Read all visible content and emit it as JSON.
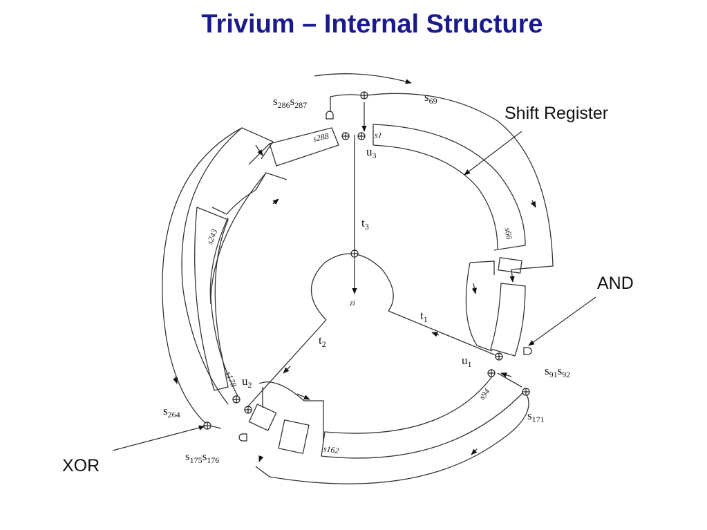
{
  "title": "Trivium – Internal Structure",
  "callouts": {
    "shift_register": "Shift Register",
    "and": "AND",
    "xor": "XOR"
  },
  "labels": {
    "s286s287": {
      "a": "s",
      "a_sub": "286",
      "b": "s",
      "b_sub": "287"
    },
    "s69": {
      "a": "s",
      "a_sub": "69"
    },
    "u3": {
      "a": "u",
      "a_sub": "3"
    },
    "t3": {
      "a": "t",
      "a_sub": "3"
    },
    "t1": {
      "a": "t",
      "a_sub": "1"
    },
    "t2": {
      "a": "t",
      "a_sub": "2"
    },
    "u1": {
      "a": "u",
      "a_sub": "1"
    },
    "u2": {
      "a": "u",
      "a_sub": "2"
    },
    "s91s92": {
      "a": "s",
      "a_sub": "91",
      "b": "s",
      "b_sub": "92"
    },
    "s171": {
      "a": "s",
      "a_sub": "171"
    },
    "s264": {
      "a": "s",
      "a_sub": "264"
    },
    "s175s176": {
      "a": "s",
      "a_sub": "175",
      "b": "s",
      "b_sub": "176"
    }
  },
  "register_labels": {
    "s288": "s288",
    "s1": "s1",
    "s243": "s243",
    "s178": "s178",
    "s66": "s66",
    "s94": "s94",
    "s162": "s162",
    "zi": "zi"
  }
}
